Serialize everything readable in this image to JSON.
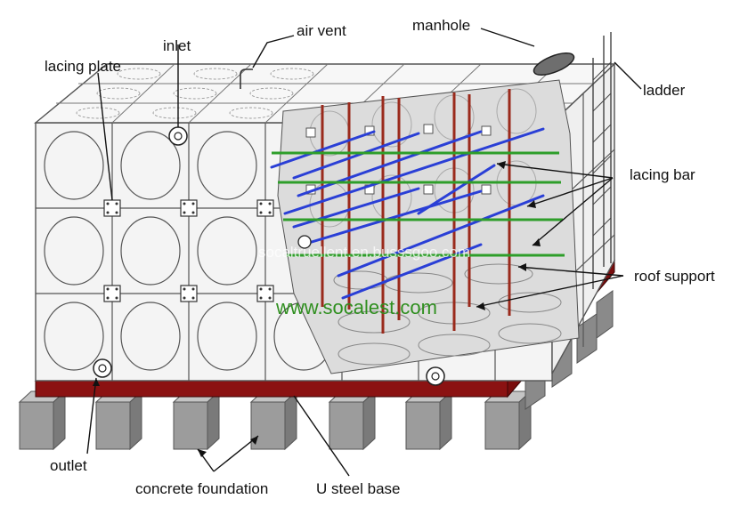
{
  "labels": {
    "air_vent": "air vent",
    "manhole": "manhole",
    "inlet": "inlet",
    "lacing_plate": "lacing plate",
    "ladder": "ladder",
    "lacing_bar": "lacing bar",
    "roof_support": "roof support",
    "outlet": "outlet",
    "concrete_foundation": "concrete foundation",
    "u_steel_base": "U steel base"
  },
  "watermark": {
    "website": "www.socalest.com",
    "faint_url": "socaltruellent.en.busssgoo.com"
  },
  "colors": {
    "u_steel_base": "#8b1212",
    "lacing_bar_blue": "#2a3fd6",
    "lacing_bar_green": "#2e9e2a",
    "roof_support_red": "#9a2a1c",
    "foundation": "#9a9a9a",
    "panel_outline": "#555555",
    "watermark": "#2f8f1f"
  }
}
